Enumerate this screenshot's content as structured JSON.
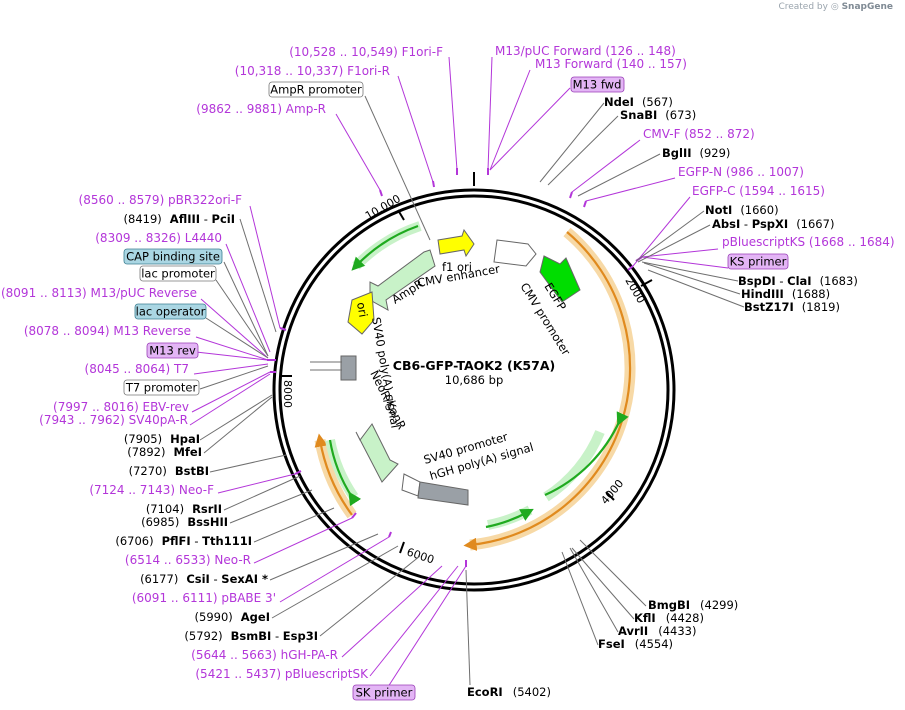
{
  "credit": {
    "prefix": "Created by",
    "brand": "SnapGene"
  },
  "plasmid": {
    "name": "CB6-GFP-TAOK2 (K57A)",
    "length_label": "10,686 bp"
  },
  "ticks": [
    "2000",
    "4000",
    "6000",
    "8000",
    "10,000"
  ],
  "colors": {
    "feature": "#b336d9",
    "primer_fill": "#e3b5f5",
    "operator_fill": "#aad6e3",
    "orf": "#e8a33c",
    "promoter_arrow": "#a9f5a9",
    "cds_green": "#1faa1f",
    "ori_yellow": "#ffff00",
    "polyA_gray": "#9aa0a6"
  },
  "features": [
    {
      "text": "(10,528 .. 10,549)  F1ori-F"
    },
    {
      "text": "(10,318 .. 10,337)  F1ori-R"
    },
    {
      "text": "(9862 .. 9881)  Amp-R"
    },
    {
      "text": "(8560 .. 8579)  pBR322ori-F"
    },
    {
      "text": "(8309 .. 8326)  L4440"
    },
    {
      "text": "(8091 .. 8113)  M13/pUC Reverse"
    },
    {
      "text": "(8078 .. 8094)  M13 Reverse"
    },
    {
      "text": "(8045 .. 8064)  T7"
    },
    {
      "text": "(7997 .. 8016)  EBV-rev"
    },
    {
      "text": "(7943 .. 7962)  SV40pA-R"
    },
    {
      "text": "(7124 .. 7143)  Neo-F"
    },
    {
      "text": "(6514 .. 6533)  Neo-R"
    },
    {
      "text": "(6091 .. 6111)  pBABE 3'"
    },
    {
      "text": "(5644 .. 5663)  hGH-PA-R"
    },
    {
      "text": "(5421 .. 5437)  pBluescriptSK"
    },
    {
      "text": "M13/pUC Forward    (126 .. 148)"
    },
    {
      "text": "M13 Forward    (140 .. 157)"
    },
    {
      "text": "CMV-F    (852 .. 872)"
    },
    {
      "text": "EGFP-N    (986 .. 1007)"
    },
    {
      "text": "EGFP-C    (1594 .. 1615)"
    },
    {
      "text": "pBluescriptKS    (1668 .. 1684)"
    }
  ],
  "primers": [
    "M13 fwd",
    "KS primer",
    "M13 rev",
    "SK primer"
  ],
  "operators": [
    "CAP binding site",
    "lac operator"
  ],
  "promoter_boxes": [
    "AmpR promoter",
    "lac promoter",
    "T7 promoter"
  ],
  "sites": [
    {
      "name": "NdeI",
      "pos": "(567)"
    },
    {
      "name": "SnaBI",
      "pos": "(673)"
    },
    {
      "name": "BglII",
      "pos": "(929)"
    },
    {
      "name": "NotI",
      "pos": "(1660)"
    },
    {
      "name": "AbsI",
      "name2": "PspXI",
      "pos": "(1667)"
    },
    {
      "name": "BspDI",
      "name2": "ClaI",
      "pos": "(1683)"
    },
    {
      "name": "HindIII",
      "pos": "(1688)"
    },
    {
      "name": "BstZ17I",
      "pos": "(1819)"
    },
    {
      "name": "BmgBI",
      "pos": "(4299)"
    },
    {
      "name": "KflI",
      "pos": "(4428)"
    },
    {
      "name": "AvrII",
      "pos": "(4433)"
    },
    {
      "name": "FseI",
      "pos": "(4554)"
    },
    {
      "name": "EcoRI",
      "pos": "(5402)"
    },
    {
      "name": "AflIII",
      "name2": "PciI",
      "pos": "(8419)"
    },
    {
      "name": "HpaI",
      "pos": "(7905)"
    },
    {
      "name": "MfeI",
      "pos": "(7892)"
    },
    {
      "name": "BstBI",
      "pos": "(7270)"
    },
    {
      "name": "RsrII",
      "pos": "(7104)"
    },
    {
      "name": "BssHII",
      "pos": "(6985)"
    },
    {
      "name": "PflFI",
      "name2": "Tth111I",
      "pos": "(6706)"
    },
    {
      "name": "CsiI",
      "name2": "SexAI *",
      "pos": "(6177)"
    },
    {
      "name": "AgeI",
      "pos": "(5990)"
    },
    {
      "name": "BsmBI",
      "name2": "Esp3I",
      "pos": "(5792)"
    }
  ],
  "inner_labels": [
    "f1 ori",
    "CMV enhancer",
    "AmpR",
    "EGFP",
    "CMV promoter",
    "ori",
    "SV40 poly(A) signal",
    "NeoR/KanR",
    "SV40 promoter",
    "hGH poly(A) signal"
  ]
}
